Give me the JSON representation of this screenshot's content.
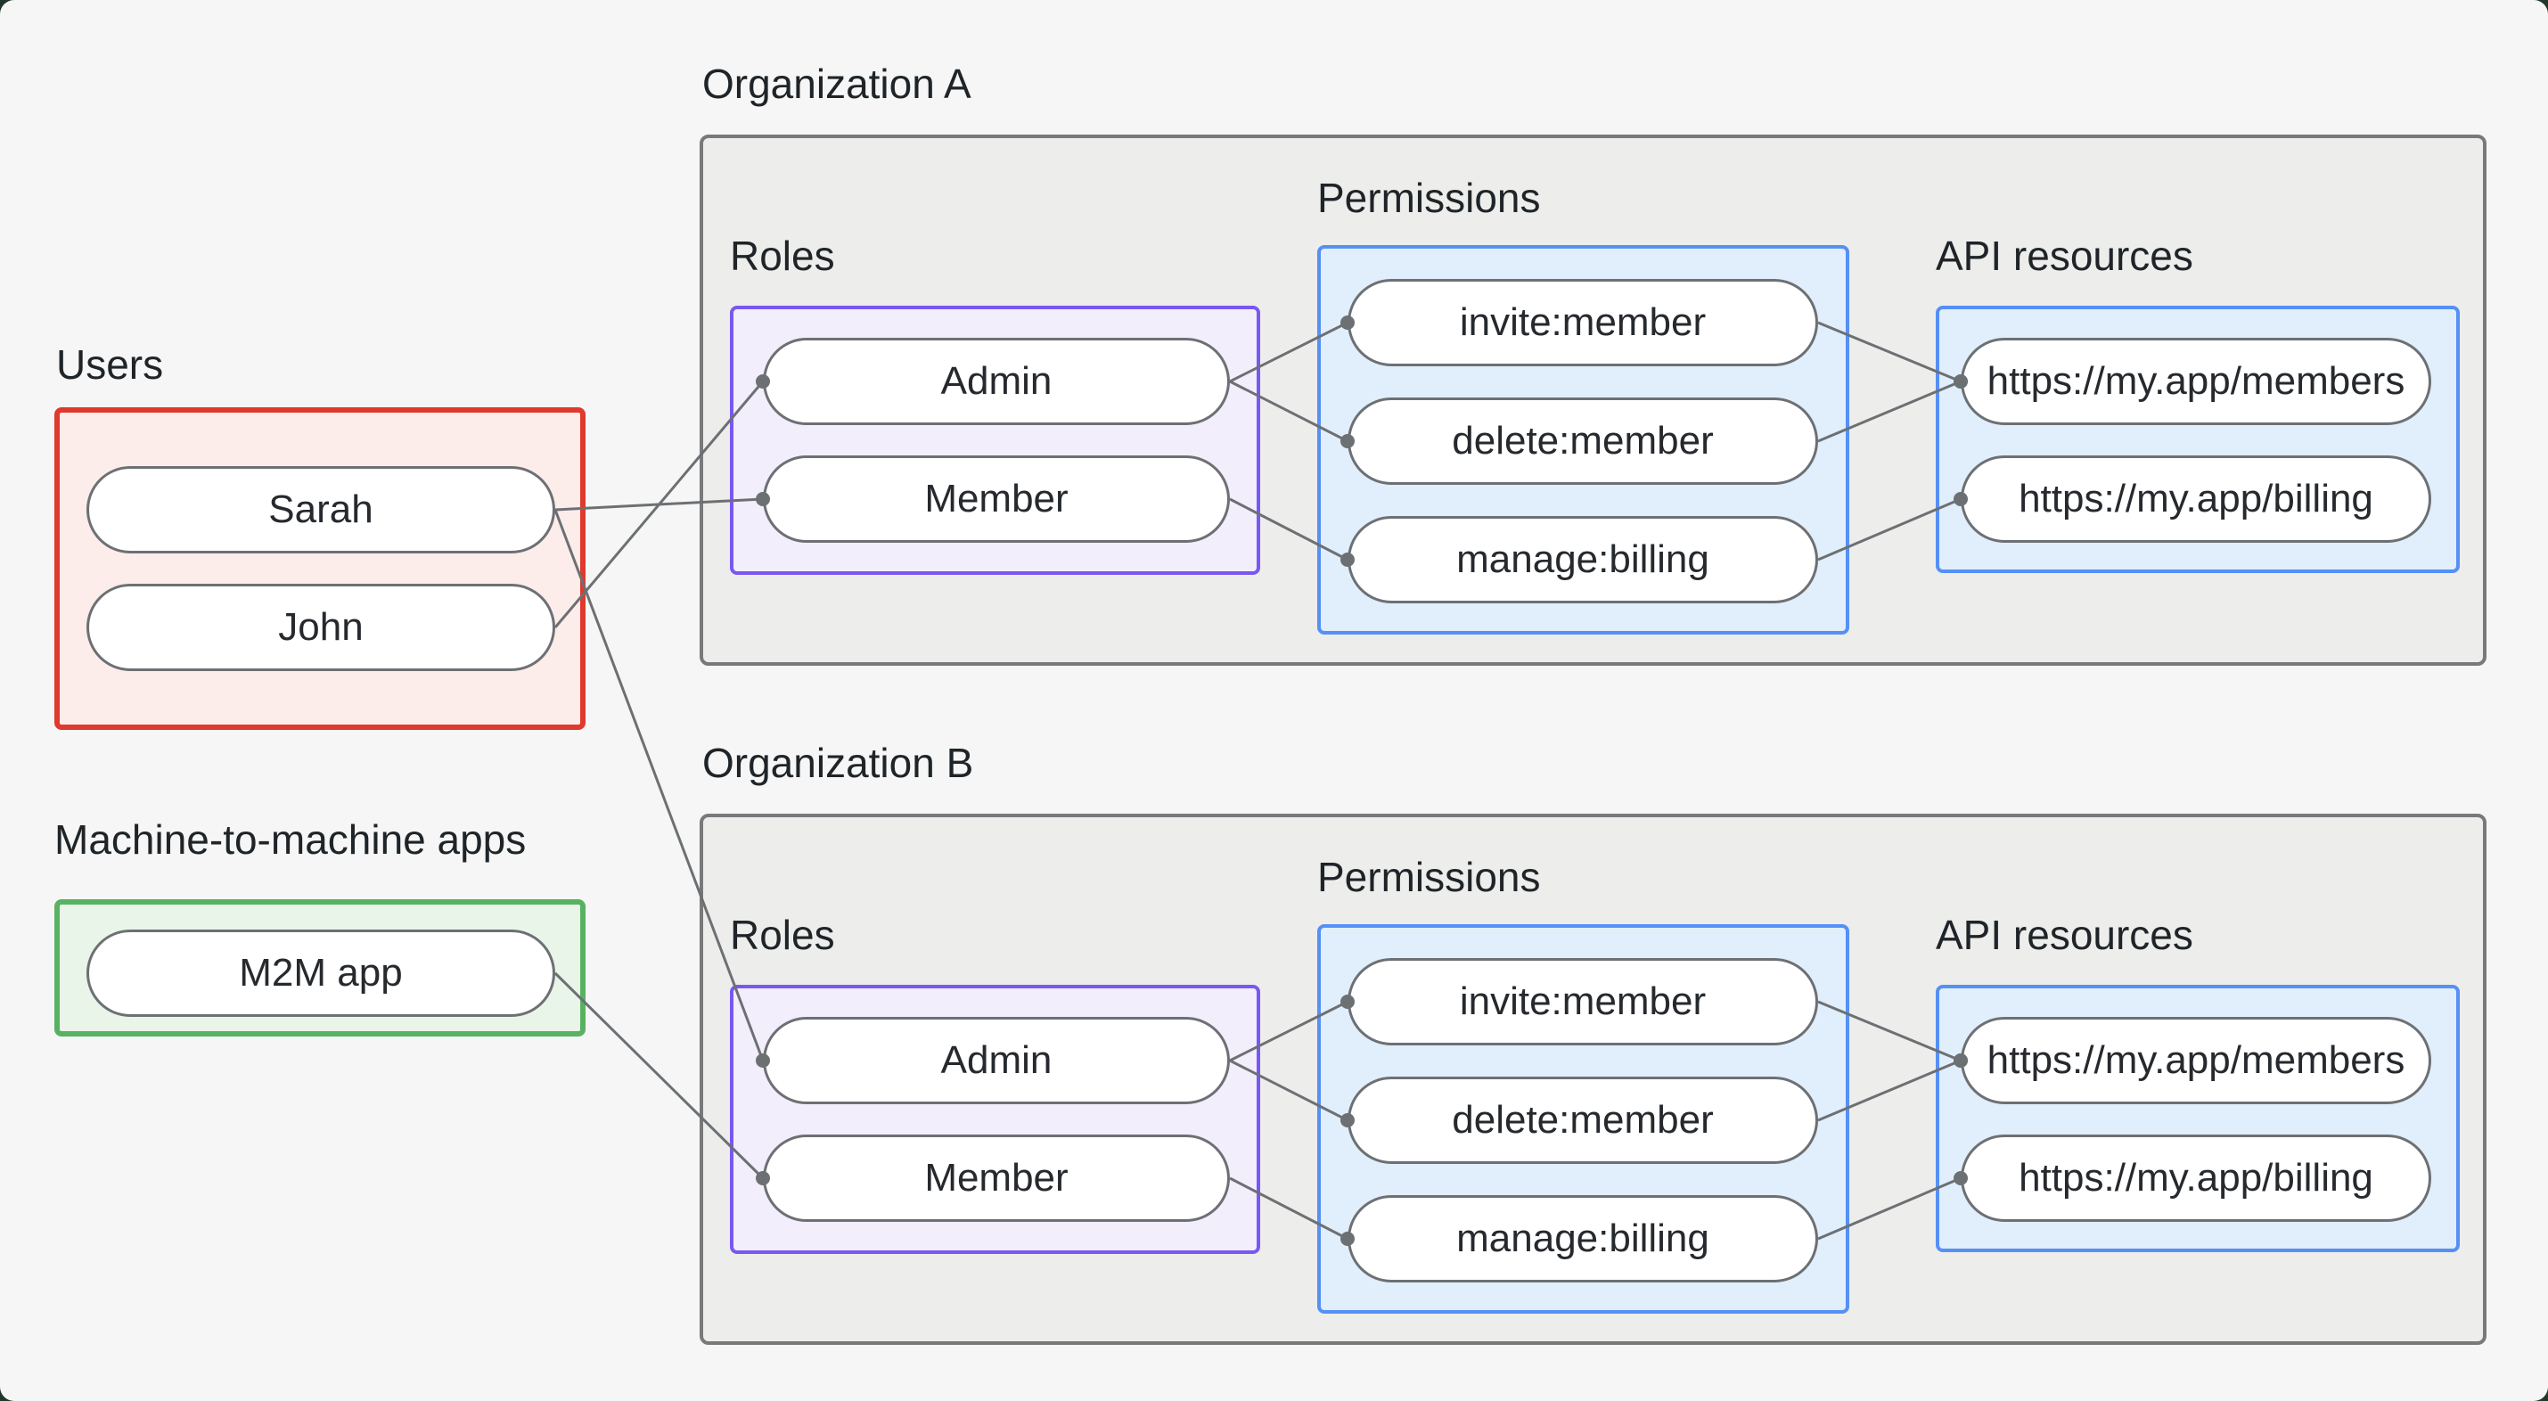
{
  "users": {
    "title": "Users",
    "items": [
      {
        "id": "sarah",
        "label": "Sarah"
      },
      {
        "id": "john",
        "label": "John"
      }
    ]
  },
  "m2m": {
    "title": "Machine-to-machine apps",
    "items": [
      {
        "id": "m2m",
        "label": "M2M app"
      }
    ]
  },
  "orgs": [
    {
      "title": "Organization A",
      "roles": {
        "title": "Roles",
        "items": [
          {
            "id": "a-admin",
            "label": "Admin"
          },
          {
            "id": "a-member",
            "label": "Member"
          }
        ]
      },
      "permissions": {
        "title": "Permissions",
        "items": [
          {
            "id": "a-invite",
            "label": "invite:member"
          },
          {
            "id": "a-delete",
            "label": "delete:member"
          },
          {
            "id": "a-manage",
            "label": "manage:billing"
          }
        ]
      },
      "api_resources": {
        "title": "API resources",
        "items": [
          {
            "id": "a-members",
            "label": "https://my.app/members"
          },
          {
            "id": "a-billing",
            "label": "https://my.app/billing"
          }
        ]
      }
    },
    {
      "title": "Organization B",
      "roles": {
        "title": "Roles",
        "items": [
          {
            "id": "b-admin",
            "label": "Admin"
          },
          {
            "id": "b-member",
            "label": "Member"
          }
        ]
      },
      "permissions": {
        "title": "Permissions",
        "items": [
          {
            "id": "b-invite",
            "label": "invite:member"
          },
          {
            "id": "b-delete",
            "label": "delete:member"
          },
          {
            "id": "b-manage",
            "label": "manage:billing"
          }
        ]
      },
      "api_resources": {
        "title": "API resources",
        "items": [
          {
            "id": "b-members",
            "label": "https://my.app/members"
          },
          {
            "id": "b-billing",
            "label": "https://my.app/billing"
          }
        ]
      }
    }
  ],
  "edges": [
    {
      "from": "sarah",
      "to": "a-member"
    },
    {
      "from": "john",
      "to": "a-admin"
    },
    {
      "from": "sarah",
      "to": "b-admin"
    },
    {
      "from": "m2m",
      "to": "b-member"
    },
    {
      "from": "a-admin",
      "to": "a-invite"
    },
    {
      "from": "a-admin",
      "to": "a-delete"
    },
    {
      "from": "a-member",
      "to": "a-manage"
    },
    {
      "from": "a-invite",
      "to": "a-members"
    },
    {
      "from": "a-delete",
      "to": "a-members"
    },
    {
      "from": "a-manage",
      "to": "a-billing"
    },
    {
      "from": "b-admin",
      "to": "b-invite"
    },
    {
      "from": "b-admin",
      "to": "b-delete"
    },
    {
      "from": "b-member",
      "to": "b-manage"
    },
    {
      "from": "b-invite",
      "to": "b-members"
    },
    {
      "from": "b-delete",
      "to": "b-members"
    },
    {
      "from": "b-manage",
      "to": "b-billing"
    }
  ],
  "colors": {
    "page_background": "#f5f6f5",
    "org_fill": "#ededec",
    "org_border": "#77797b",
    "users_border": "#e0392e",
    "users_fill": "#fcedeb",
    "m2m_border": "#58b262",
    "m2m_fill": "#e9f5e9",
    "roles_border": "#7a57f2",
    "roles_fill": "#f2eefc",
    "blue_border": "#5590f5",
    "blue_fill": "#e1eefc",
    "connector": "#6d7073",
    "text": "#1f2428"
  }
}
